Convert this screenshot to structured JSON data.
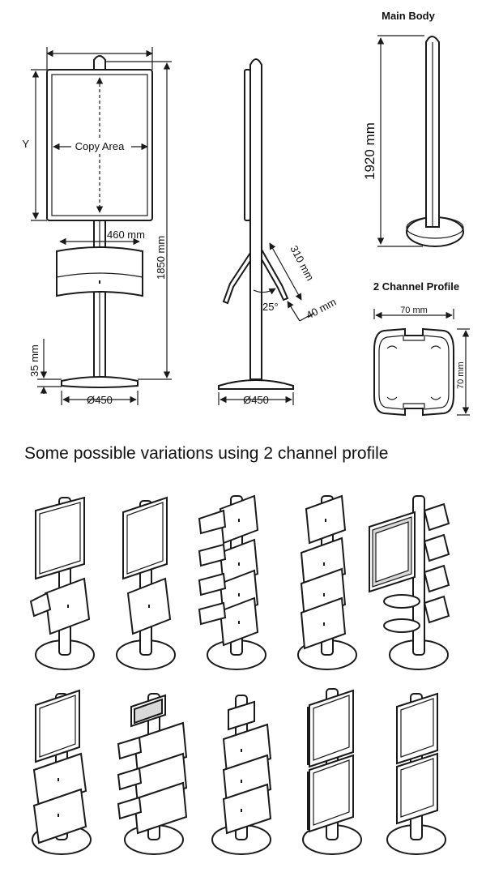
{
  "labels": {
    "main_body_title": "Main Body",
    "channel_profile_title": "2 Channel Profile",
    "copy_area": "Copy Area",
    "dim_y": "Y",
    "dim_holder_width": "460 mm",
    "dim_total_height": "1850 mm",
    "dim_base_height": "35 mm",
    "dim_base_diameter_front": "Ø450",
    "dim_base_diameter_side": "Ø450",
    "dim_holder_length": "310 mm",
    "dim_angle": "25°",
    "dim_holder_depth": "40 mm",
    "dim_main_body_height": "1920 mm",
    "dim_profile_width": "70 mm",
    "dim_profile_height": "70 mm"
  },
  "caption": "Some possible variations using 2 channel profile"
}
